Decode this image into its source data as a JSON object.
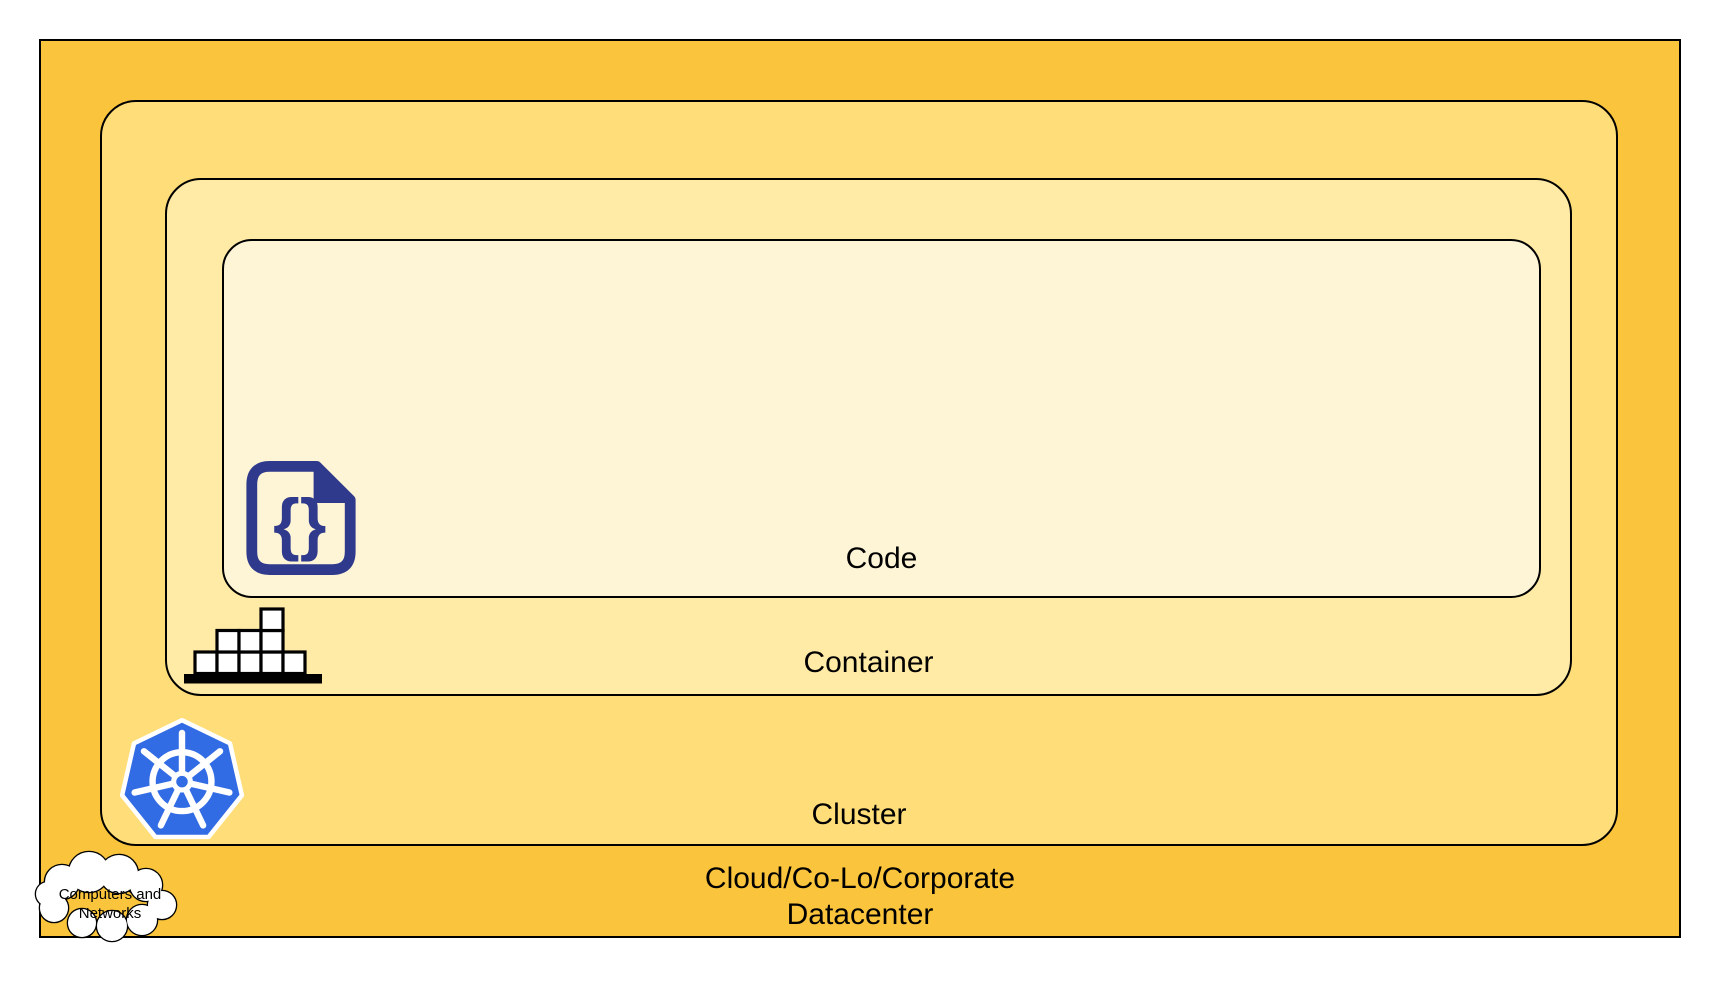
{
  "diagram": {
    "name": "kubernetes-nested-abstraction-diagram",
    "layers": [
      {
        "id": "code",
        "label": "Code",
        "fill": "#FEF4D6",
        "icon": "code-file-icon"
      },
      {
        "id": "container",
        "label": "Container",
        "fill": "#FFEAA6",
        "icon": "container-bricks-icon"
      },
      {
        "id": "cluster",
        "label": "Cluster",
        "fill": "#FFDE79",
        "icon": "kubernetes-icon"
      },
      {
        "id": "datacenter",
        "label_line1": "Cloud/Co-Lo/Corporate",
        "label_line2": "Datacenter",
        "fill": "#FAC43C",
        "icon": "cloud-icon"
      }
    ],
    "cloud_callout": {
      "line1": "Computers and",
      "line2": "Networks"
    },
    "icon_symbols": {
      "code_file_braces": "{}"
    },
    "colors": {
      "border": "#000000",
      "text": "#000000",
      "datacenter_fill": "#FAC43C",
      "cluster_fill": "#FFDE79",
      "container_fill": "#FFEAA6",
      "code_fill": "#FEF4D6",
      "kubernetes_blue": "#326CE5",
      "code_icon_indigo": "#2F3A8C",
      "brick_fill": "#FFFFFF",
      "cloud_fill": "#FFFFFF"
    }
  }
}
